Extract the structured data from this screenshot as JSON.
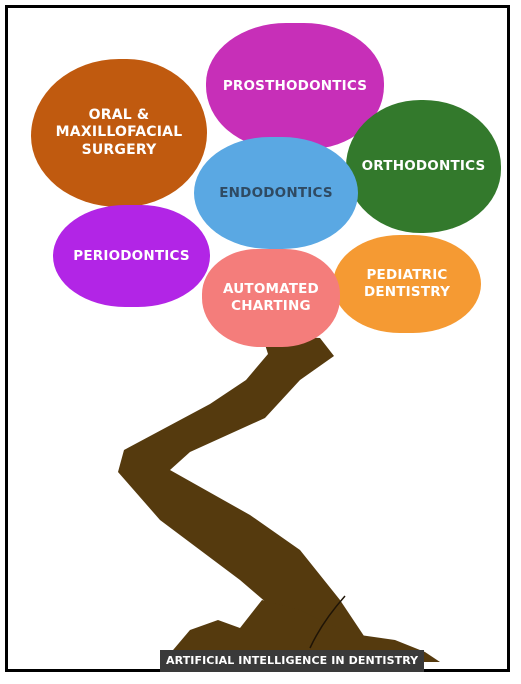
{
  "diagram": {
    "branches": {
      "oral": {
        "label": "ORAL &\nMAXILLOFACIAL\nSURGERY",
        "color": "#c05a0f"
      },
      "prostho": {
        "label": "PROSTHODONTICS",
        "color": "#c72fb8"
      },
      "ortho": {
        "label": "ORTHODONTICS",
        "color": "#33792c"
      },
      "endo": {
        "label": "ENDODONTICS",
        "color": "#5aa8e3"
      },
      "perio": {
        "label": "PERIODONTICS",
        "color": "#b225e6"
      },
      "pedo": {
        "label": "PEDIATRIC\nDENTISTRY",
        "color": "#f59a33"
      },
      "charting": {
        "label": "AUTOMATED\nCHARTING",
        "color": "#f47d7b"
      }
    },
    "trunk_color": "#553a0e",
    "caption": "ARTIFICIAL INTELLIGENCE IN DENTISTRY"
  }
}
